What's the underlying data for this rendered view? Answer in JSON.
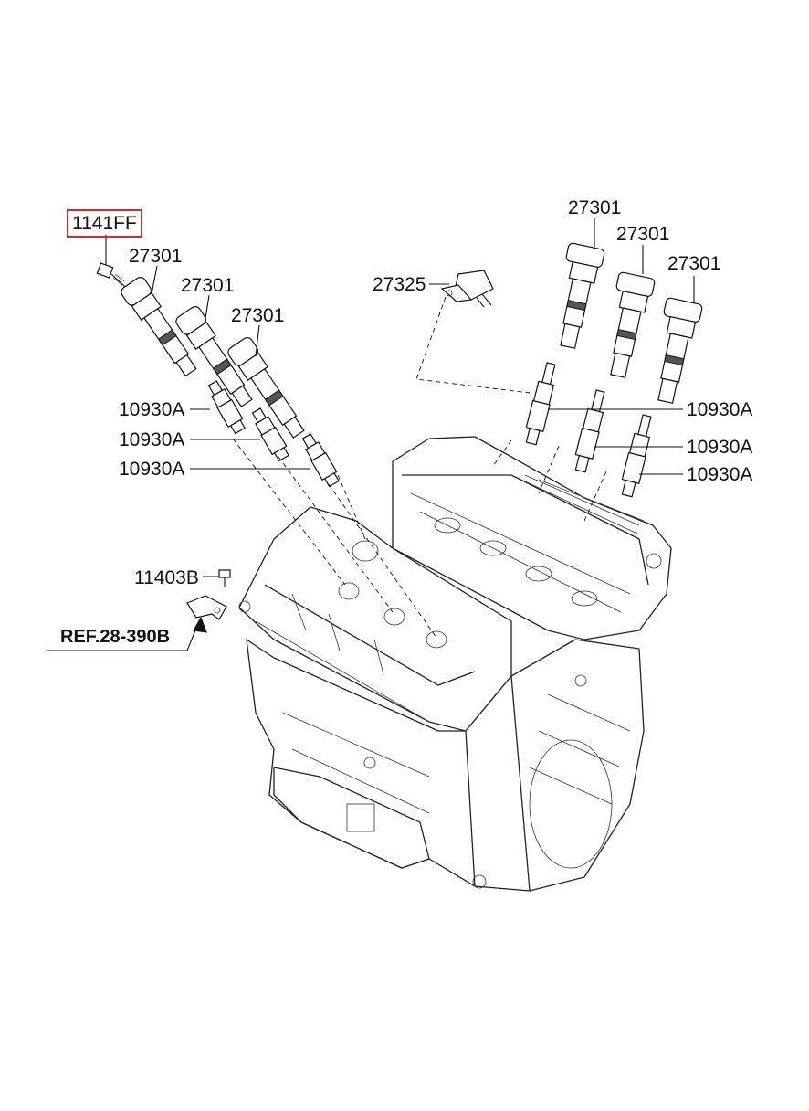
{
  "labels": {
    "bolt_highlight": "1141FF",
    "coil_l1": "27301",
    "coil_l2": "27301",
    "coil_l3": "27301",
    "coil_r1": "27301",
    "coil_r2": "27301",
    "coil_r3": "27301",
    "sensor": "27325",
    "plug_l1": "10930A",
    "plug_l2": "10930A",
    "plug_l3": "10930A",
    "plug_r1": "10930A",
    "plug_r2": "10930A",
    "plug_r3": "10930A",
    "bolt_small": "11403B",
    "reference": "REF.28-390B"
  },
  "colors": {
    "highlight": "#e0262a",
    "line": "#111111"
  }
}
